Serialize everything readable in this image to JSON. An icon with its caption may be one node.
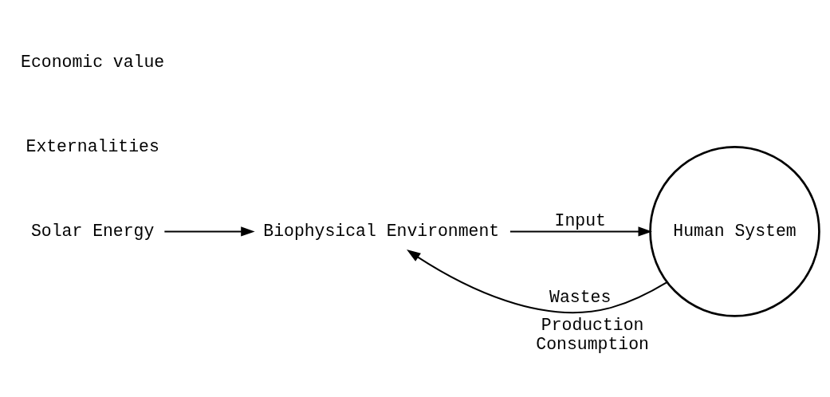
{
  "diagram": {
    "nodes": [
      {
        "text": [
          "Solar Energy"
        ]
      },
      {
        "text": [
          "Biophysical Environment"
        ]
      },
      {
        "text": [
          "Human System"
        ],
        "beside": [
          "Production",
          "Consumption"
        ]
      }
    ],
    "edges": [
      {
        "from": 0,
        "to": 1,
        "arrow": "to"
      },
      {
        "from": 2,
        "to": 1,
        "label": "Wastes",
        "arrow": "to"
      },
      {
        "from": 1,
        "to": 2,
        "label": "Input",
        "arrow": "to"
      }
    ],
    "labels": [
      "Externalities",
      "Economic value"
    ]
  }
}
